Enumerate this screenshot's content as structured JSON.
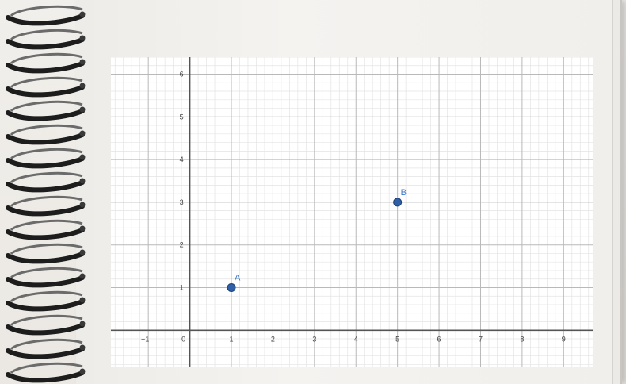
{
  "chart_data": {
    "type": "scatter",
    "title": "",
    "xlabel": "",
    "ylabel": "",
    "xlim": [
      -1.9,
      9.7
    ],
    "ylim": [
      -0.85,
      6.4
    ],
    "x_ticks": [
      -1,
      0,
      1,
      2,
      3,
      4,
      5,
      6,
      7,
      8,
      9
    ],
    "y_ticks": [
      1,
      2,
      3,
      4,
      5,
      6
    ],
    "grid": true,
    "minor_grid_step": 0.2,
    "points": [
      {
        "label": "A",
        "x": 1,
        "y": 1
      },
      {
        "label": "B",
        "x": 5,
        "y": 3
      }
    ],
    "point_color": "#2f5fa6",
    "label_color": "#3c78c8"
  }
}
